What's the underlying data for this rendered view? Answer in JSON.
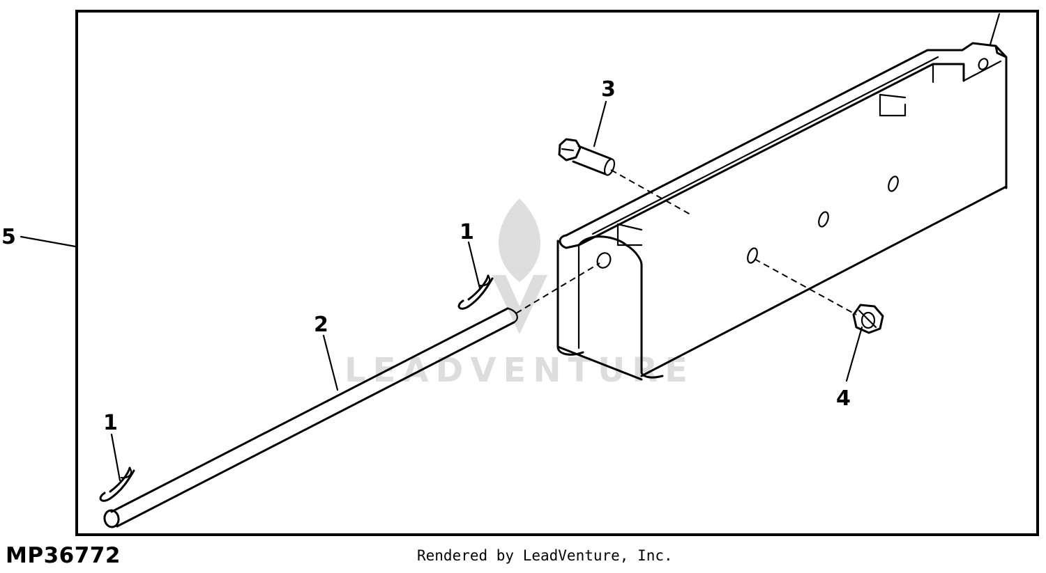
{
  "diagram": {
    "figure_id": "MP36772",
    "credit": "Rendered by LeadVenture, Inc.",
    "watermark": "LEADVENTURE",
    "callouts": {
      "c1_upper": "1",
      "c1_lower": "1",
      "c2": "2",
      "c3": "3",
      "c4": "4",
      "c5": "5"
    }
  }
}
